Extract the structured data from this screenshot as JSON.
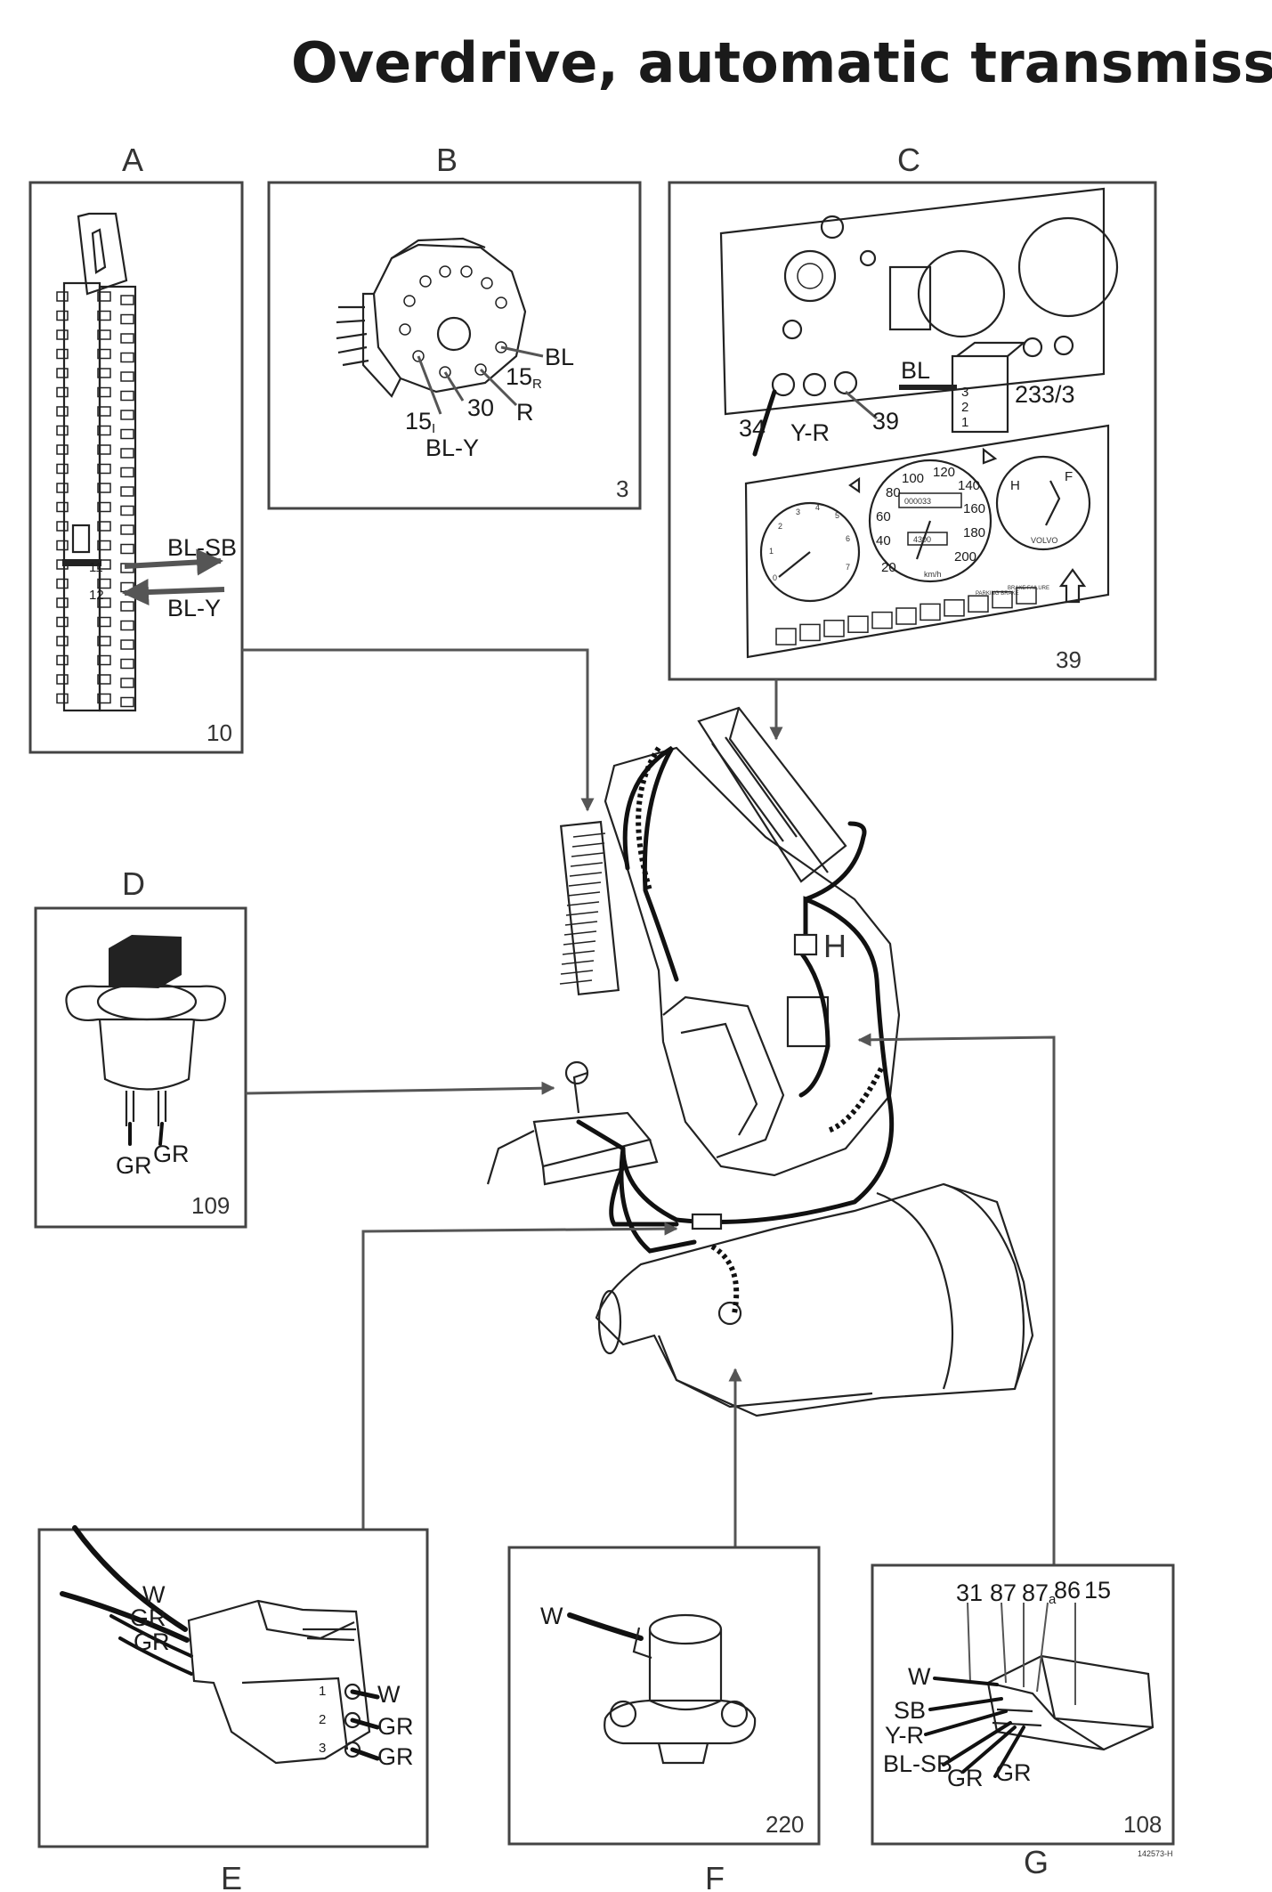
{
  "title": "Overdrive, automatic transmission",
  "panels": {
    "A": {
      "letter": "A",
      "number": "10",
      "labels": {
        "t11": "11",
        "t12": "12",
        "w1": "BL-SB",
        "w2": "BL-Y"
      }
    },
    "B": {
      "letter": "B",
      "number": "3",
      "labels": {
        "bl": "BL",
        "r15": "15",
        "r15sub": "R",
        "t30": "30",
        "r": "R",
        "t15i": "15",
        "t15isub": "I",
        "bly": "BL-Y"
      }
    },
    "C": {
      "letter": "C",
      "number": "39",
      "labels": {
        "bl": "BL",
        "code": "233/3",
        "t34": "34",
        "yr": "Y-R",
        "t39": "39",
        "p3": "3",
        "p2": "2",
        "p1": "1"
      },
      "gauges": {
        "tach": [
          "0",
          "1",
          "2",
          "3",
          "4",
          "5",
          "6",
          "7"
        ],
        "speedo": [
          "20",
          "40",
          "60",
          "80",
          "100",
          "120",
          "140",
          "160",
          "180",
          "200"
        ],
        "unit": "km/h",
        "odometer": "000033",
        "trip": "4300",
        "brand": "VOLVO",
        "temp_h": "H",
        "fuel_f": "F",
        "warn1": "PARKING BRAKE",
        "warn2": "BRAKE FAILURE"
      }
    },
    "D": {
      "letter": "D",
      "number": "109",
      "labels": {
        "gr1": "GR",
        "gr2": "GR"
      }
    },
    "E": {
      "letter": "E",
      "number": "",
      "labels": {
        "w": "W",
        "gr1": "GR",
        "gr2": "GR",
        "p1": "1",
        "p2": "2",
        "p3": "3",
        "rw": "W",
        "rgr1": "GR",
        "rgr2": "GR"
      }
    },
    "F": {
      "letter": "F",
      "number": "220",
      "labels": {
        "w": "W"
      }
    },
    "G": {
      "letter": "G",
      "number": "108",
      "labels": {
        "t31": "31",
        "t87": "87",
        "t87a": "87",
        "t87asub": "a",
        "t86": "86",
        "t15": "15",
        "w": "W",
        "sb": "SB",
        "yr": "Y-R",
        "blsb": "BL-SB",
        "gr1": "GR",
        "gr2": "GR"
      }
    }
  },
  "center": {
    "h_label": "H"
  },
  "footer_code": "142573-H"
}
